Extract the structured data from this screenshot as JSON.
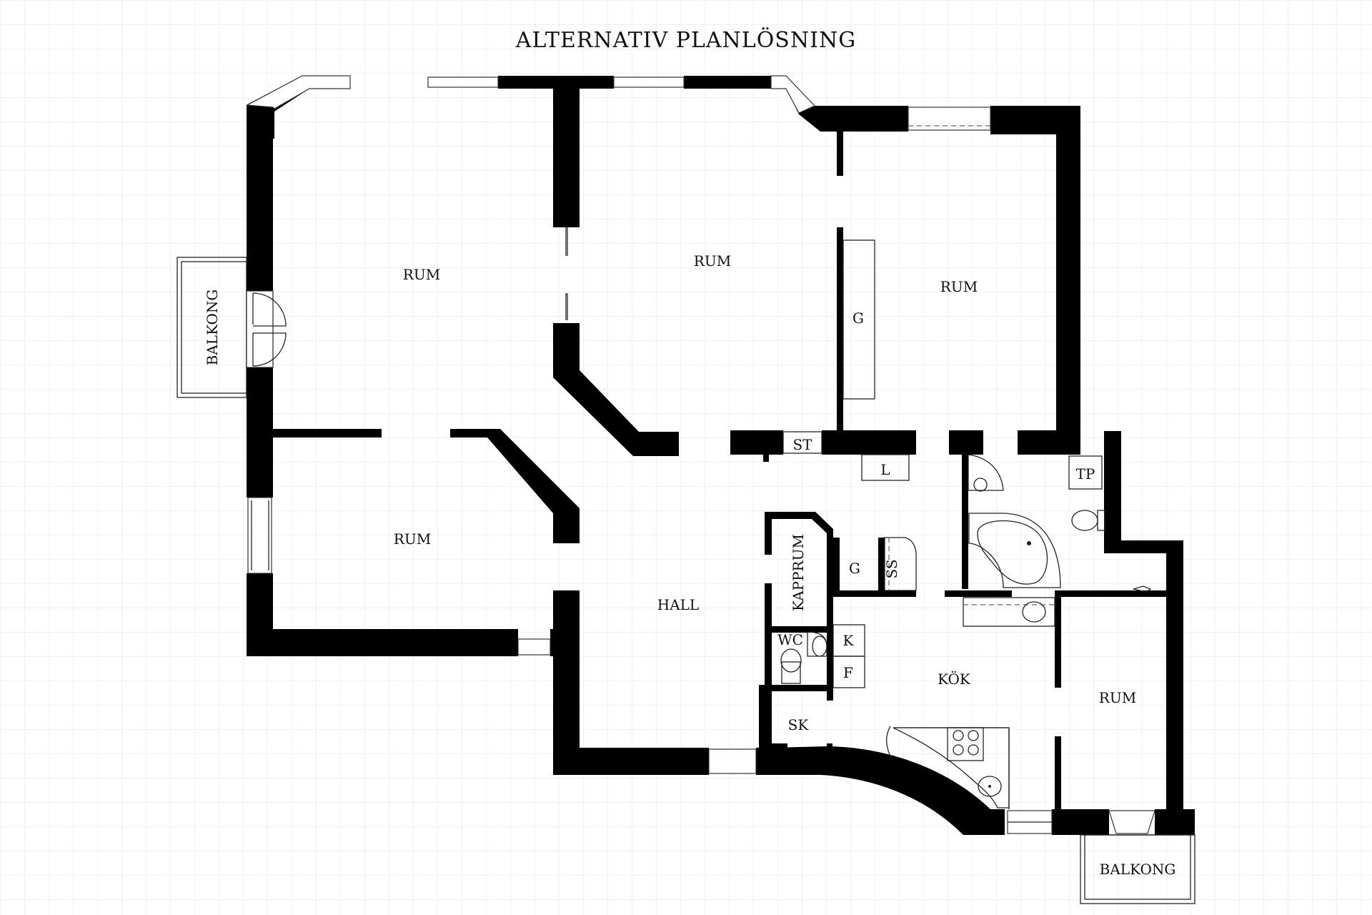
{
  "title": "ALTERNATIV PLANLÖSNING",
  "rooms": {
    "rum_1": "RUM",
    "rum_2": "RUM",
    "rum_3": "RUM",
    "rum_4": "RUM",
    "rum_5": "RUM",
    "hall": "HALL",
    "kok": "KÖK",
    "kapprum": "KAPPRUM",
    "wc": "WC",
    "balkong_west": "BALKONG",
    "balkong_south": "BALKONG"
  },
  "fixtures": {
    "g_wardrobe": "G",
    "st": "ST",
    "l": "L",
    "tp": "TP",
    "g_small": "G",
    "ss": "SS",
    "k": "K",
    "f": "F",
    "sk": "SK"
  },
  "colors": {
    "wall": "#000000",
    "background": "#ffffff",
    "grid": "#e6e6e6"
  }
}
